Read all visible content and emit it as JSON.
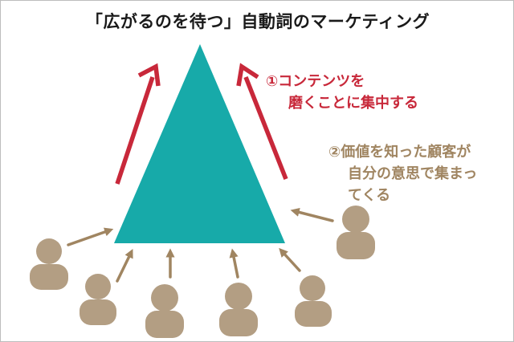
{
  "title": "「広がるのを待つ」自動詞のマーケティング",
  "caption1": {
    "line1": "①コンテンツを",
    "line2": "磨くことに集中する"
  },
  "caption2": {
    "line1": "②価値を知った顧客が",
    "line2": "自分の意思で集まっ",
    "line3": "てくる"
  },
  "colors": {
    "triangle": "#17aaa9",
    "red_arrow": "#c8283a",
    "person": "#b39e83",
    "customer_arrow": "#a08561",
    "text_red": "#c8283a",
    "text_tan": "#a08561"
  }
}
